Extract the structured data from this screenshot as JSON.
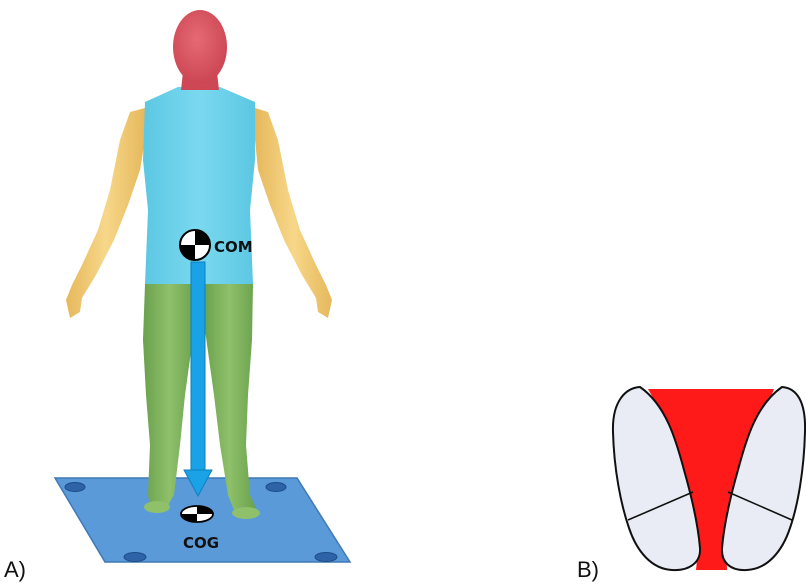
{
  "panel_a": {
    "label": "A)",
    "com_label": "COM",
    "cog_label": "COG",
    "colors": {
      "head": "#d9505e",
      "torso": "#6fd3ec",
      "arms": "#f2cc70",
      "legs": "#7fb35c",
      "platform": "#5b9ad8",
      "arrow": "#1aa2e6"
    }
  },
  "panel_b": {
    "label": "B)",
    "colors": {
      "support_area": "#ff1a1a",
      "foot_fill": "#e9ecf4",
      "outline": "#111111"
    }
  }
}
